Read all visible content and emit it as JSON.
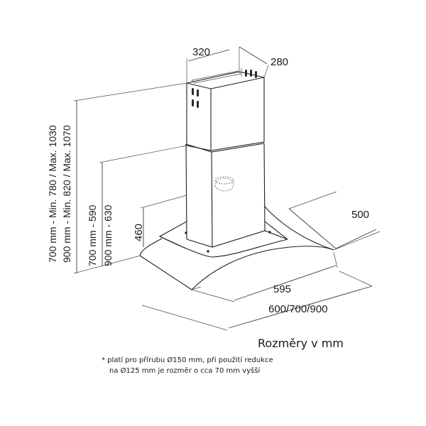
{
  "dimensions": {
    "chimney_width": "320",
    "chimney_depth": "280",
    "total_height_a": "700 mm - Min. 780 / Max. 1030",
    "total_height_b": "900 mm - Min. 820 / Max. 1070",
    "chimney_height_a": "700 mm - 590",
    "chimney_height_b": "900 mm - 630",
    "hood_height": "460",
    "hood_depth": "500",
    "glass_width": "595",
    "hood_width": "600/700/900"
  },
  "caption": "Rozměry v mm",
  "footnote": {
    "line1": "* platí pro přírubu Ø150 mm, při použití redukce",
    "line2": "na Ø125 mm je rozměr o cca 70 mm vyšší"
  }
}
